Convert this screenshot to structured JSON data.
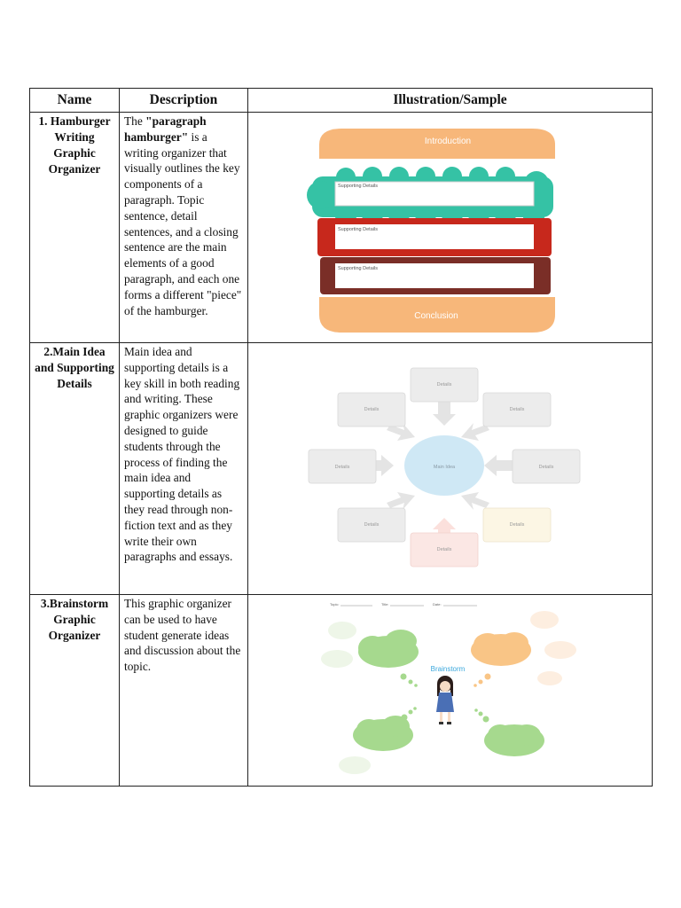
{
  "table": {
    "headers": [
      "Name",
      "Description",
      "Illustration/Sample"
    ],
    "rows": [
      {
        "name": "1. Hamburger Writing Graphic Organizer",
        "desc_prefix": "The ",
        "desc_bold": "\"paragraph hamburger\"",
        "desc_rest": " is a writing organizer that visually outlines the key components of a paragraph. Topic sentence, detail sentences, and a closing sentence are the main elements of a good paragraph, and each one forms a different \"piece\" of the hamburger.",
        "illustration": {
          "top_bun": "Introduction",
          "layers": [
            "Supporting Details",
            "Supporting Details",
            "Supporting Details"
          ],
          "bottom_bun": "Conclusion",
          "colors": {
            "bun": "#f7b77a",
            "lettuce": "#35c2a5",
            "tomato": "#c7281c",
            "meat": "#7a2e27"
          }
        }
      },
      {
        "name": "2.Main Idea and Supporting Details",
        "description": "Main idea and supporting details is a key skill in both reading and writing. These graphic organizers were designed to guide students through the process of finding the main idea and supporting details as they read through non-fiction text and as they write their own paragraphs and essays.",
        "illustration": {
          "center": "Main Idea",
          "boxes": [
            "Details",
            "Details",
            "Details",
            "Details",
            "Details",
            "Details",
            "Details",
            "Details"
          ],
          "colors": {
            "center": "#cfe8f5",
            "box": "#e9e9e9",
            "box_pink": "#fbe7e4",
            "box_yellow": "#fcf6e4"
          }
        }
      },
      {
        "name": "3.Brainstorm Graphic Organizer",
        "description": "This graphic organizer can be used to have student generate ideas and discussion about the topic.",
        "illustration": {
          "header_fields": [
            "Topic:",
            "Title:",
            "Date:"
          ],
          "title": "Brainstorm",
          "colors": {
            "green": "#a6d98e",
            "orange": "#f9c586",
            "title": "#3aa7dc"
          }
        }
      }
    ]
  }
}
